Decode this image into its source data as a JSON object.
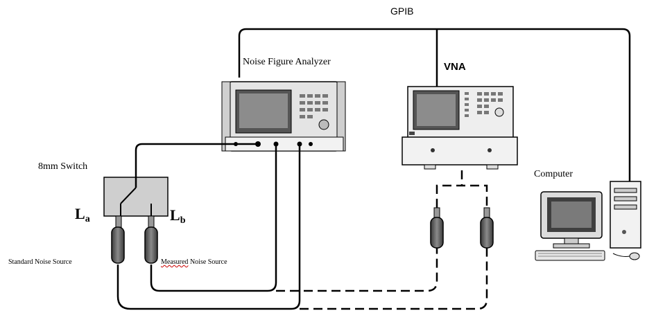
{
  "labels": {
    "gpib": "GPIB",
    "noise_figure_analyzer": "Noise Figure Analyzer",
    "vna": "VNA",
    "switch": "8mm Switch",
    "computer": "Computer",
    "la_main": "L",
    "la_sub": "a",
    "lb_main": "L",
    "lb_sub": "b",
    "standard_noise_source": "Standard Noise Source",
    "measured_word": "Measured",
    "noise_source_word": " Noise Source"
  },
  "colors": {
    "line": "#000000",
    "screen": "#555555",
    "instrument_fill": "#f2f2f2",
    "switch_fill": "#cfcfcf",
    "noise_source_fill": "#6e6e6e",
    "spellcheck_underline": "#cc0000"
  }
}
